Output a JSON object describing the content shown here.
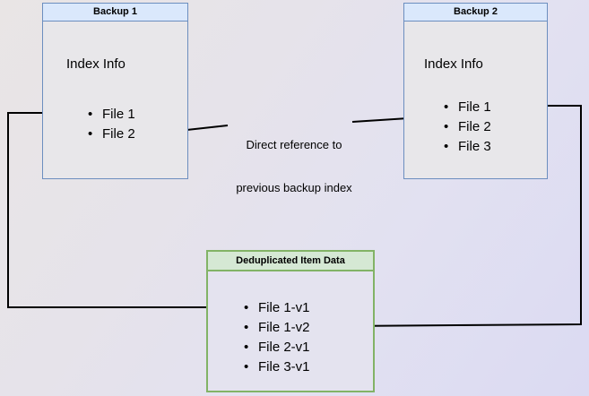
{
  "diagram": {
    "title_hidden": "",
    "background": {
      "gradient_from": "#e9e5e5",
      "gradient_to": "#dbdaf2"
    },
    "colors": {
      "blue_border": "#6c8ebf",
      "blue_header_fill": "#dae8fc",
      "green_border": "#82b366",
      "green_header_fill": "#d5e8d4",
      "box_fill": "#e8e7ea",
      "connector": "#000000"
    },
    "nodes": [
      {
        "id": "backup1",
        "header": "Backup 1",
        "subtitle": "Index Info",
        "items": [
          "File 1",
          "File 2"
        ]
      },
      {
        "id": "backup2",
        "header": "Backup 2",
        "subtitle": "Index Info",
        "items": [
          "File 1",
          "File 2",
          "File 3"
        ]
      },
      {
        "id": "dedup",
        "header": "Deduplicated Item Data",
        "items": [
          "File 1-v1",
          "File 1-v2",
          "File 2-v1",
          "File 3-v1"
        ]
      }
    ],
    "edge_labels": [
      {
        "id": "direct-reference",
        "line1": "Direct reference to",
        "line2": "previous backup index"
      }
    ]
  }
}
